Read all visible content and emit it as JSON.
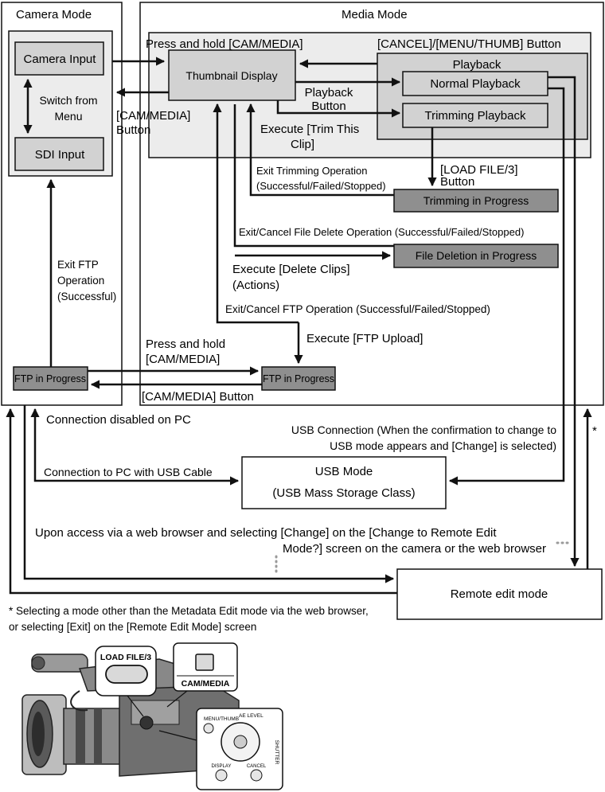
{
  "modes": {
    "camera_mode": "Camera Mode",
    "media_mode": "Media Mode"
  },
  "nodes": {
    "camera_input": "Camera Input",
    "sdi_input": "SDI Input",
    "switch_from_menu": [
      "Switch from",
      "Menu"
    ],
    "thumbnail_display": "Thumbnail Display",
    "playback_group": "Playback",
    "normal_playback": "Normal Playback",
    "trimming_playback": "Trimming Playback",
    "trimming_in_progress": "Trimming in Progress",
    "file_deletion_in_progress": "File Deletion in Progress",
    "ftp_in_progress_camera": "FTP in Progress",
    "ftp_in_progress_media": "FTP in Progress",
    "usb_mode": [
      "USB Mode",
      "(USB Mass Storage Class)"
    ],
    "remote_edit_mode": "Remote edit mode"
  },
  "labels": {
    "press_hold_cam_media_top": "Press and hold [CAM/MEDIA]",
    "cancel_menu_thumb": "[CANCEL]/[MENU/THUMB] Button",
    "cam_media_button_left": [
      "[CAM/MEDIA]",
      "Button"
    ],
    "playback_button": [
      "Playback",
      "Button"
    ],
    "execute_trim": [
      "Execute [Trim This",
      "Clip]"
    ],
    "load_file_button": [
      "[LOAD FILE/3]",
      "Button"
    ],
    "exit_trimming": [
      "Exit Trimming Operation",
      "(Successful/Failed/Stopped)"
    ],
    "exit_cancel_delete": "Exit/Cancel File Delete Operation (Successful/Failed/Stopped)",
    "execute_delete": [
      "Execute [Delete Clips]",
      "(Actions)"
    ],
    "exit_cancel_ftp": "Exit/Cancel FTP Operation (Successful/Failed/Stopped)",
    "execute_ftp": "Execute [FTP Upload]",
    "exit_ftp_success": [
      "Exit FTP",
      "Operation",
      "(Successful)"
    ],
    "press_hold_cam_media_bottom": [
      "Press and hold",
      "[CAM/MEDIA]"
    ],
    "cam_media_button_bottom": "[CAM/MEDIA] Button",
    "connection_disabled": "Connection disabled on PC",
    "usb_connection": [
      "USB Connection (When the confirmation to change to",
      "USB mode appears and [Change] is selected)"
    ],
    "connection_usb_cable": "Connection to PC with USB Cable",
    "web_browser_access": [
      "Upon access via a web browser and selecting [Change] on the [Change to Remote Edit",
      "Mode?] screen on the camera or the web browser"
    ],
    "asterisk": "*",
    "footnote": [
      "* Selecting a mode other than the Metadata Edit mode via the web browser,",
      "or selecting [Exit] on the [Remote Edit Mode] screen"
    ]
  },
  "camera_illustration": {
    "callout_load_file": "LOAD FILE/3",
    "callout_cam_media": "CAM/MEDIA",
    "panel_menu_thumb": "MENU/THUMB",
    "panel_ae_level": "AE LEVEL",
    "panel_shutter": "SHUTTER",
    "panel_display": "DISPLAY",
    "panel_cancel": "CANCEL"
  },
  "colors": {
    "box_fill": "#d2d2d2",
    "dark_box_fill": "#8f8f8f",
    "region_fill": "#ececec",
    "line": "#111111",
    "dotted": "#9a9a9a"
  }
}
